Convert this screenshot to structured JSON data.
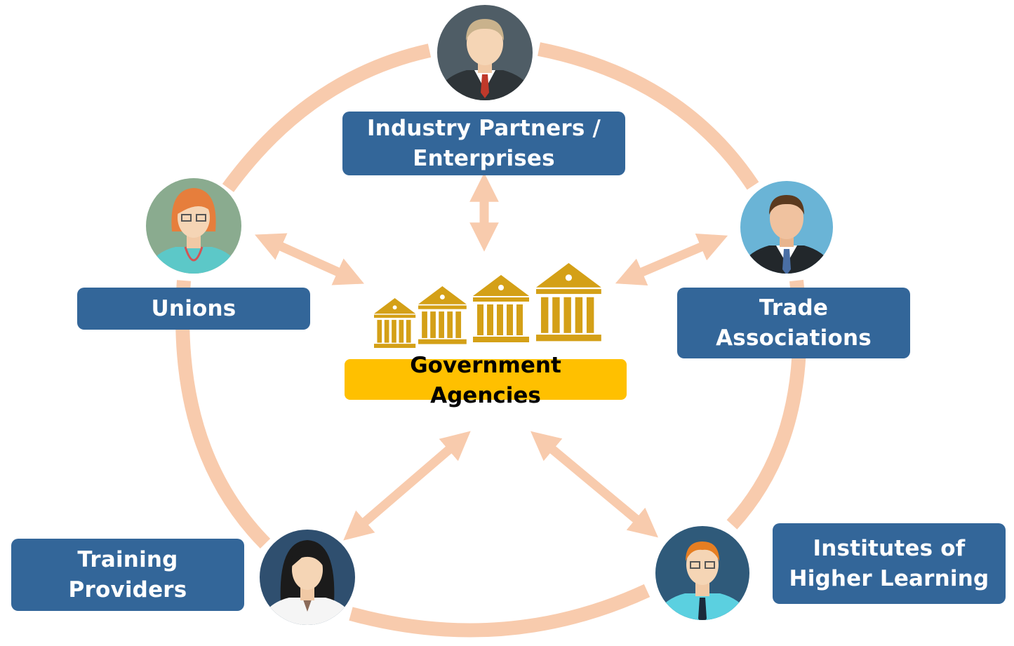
{
  "center": {
    "label": "Government\nAgencies",
    "box_color": "#FFC000",
    "building_color": "#D4A017"
  },
  "nodes": [
    {
      "id": "industry",
      "label": "Industry Partners /\nEnterprises",
      "avatar": "man-suit-red-tie-icon"
    },
    {
      "id": "trade",
      "label": "Trade\nAssociations",
      "avatar": "man-suit-blue-tie-icon"
    },
    {
      "id": "unions",
      "label": "Unions",
      "avatar": "woman-red-hair-glasses-icon"
    },
    {
      "id": "training",
      "label": "Training\nProviders",
      "avatar": "woman-dark-hair-icon"
    },
    {
      "id": "institutes",
      "label": "Institutes of\nHigher Learning",
      "avatar": "man-glasses-tie-icon"
    }
  ],
  "colors": {
    "box": "#336699",
    "connector": "#F8CBAD",
    "text_on_box": "#FFFFFF"
  }
}
